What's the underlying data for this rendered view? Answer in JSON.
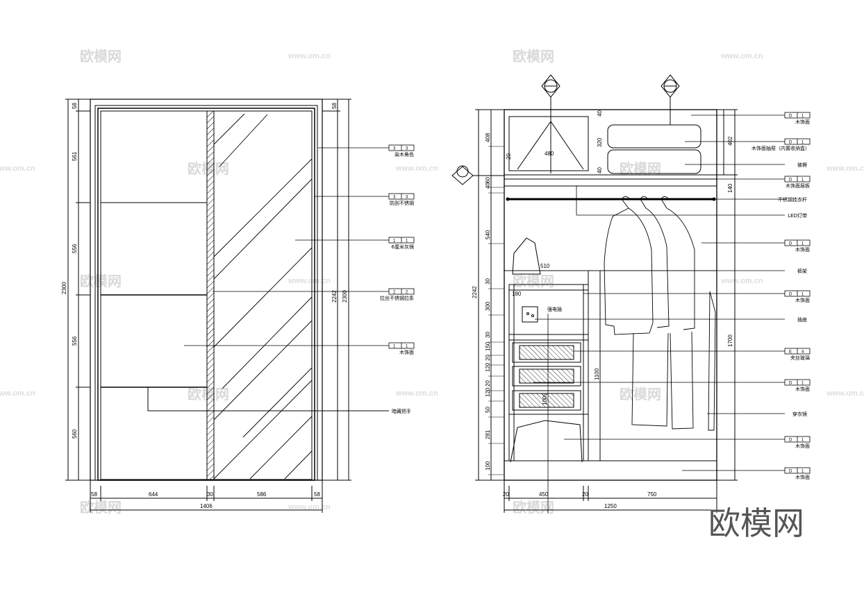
{
  "watermarks": {
    "logo_text": "欧模网",
    "url": "www.om.cn",
    "corner_logo": "欧模网"
  },
  "left_elevation": {
    "total_height": "2300",
    "inner_height": "2242",
    "vertical_dims": [
      "58",
      "561",
      "556",
      "556",
      "560"
    ],
    "right_top_dim": "58",
    "bottom_dims": [
      "58",
      "644",
      "30",
      "586",
      "58"
    ],
    "total_width": "1406",
    "callouts": [
      {
        "tag_left": "3",
        "tag_right": "3",
        "text": "染木角色"
      },
      {
        "tag_left": "3",
        "tag_right": "3",
        "text": "防刮不锈钢"
      },
      {
        "tag_left": "1",
        "tag_right": "1",
        "text": "6厘米灰镜"
      },
      {
        "tag_left": "2",
        "tag_right": "2",
        "text": "拉丝不锈钢拉条"
      },
      {
        "tag_left": "1",
        "tag_right": "1",
        "text": "木饰面"
      },
      {
        "tag_left": "",
        "tag_right": "",
        "text": "暗藏把手"
      }
    ]
  },
  "right_section": {
    "total_height": "2242",
    "right_dim_top": "402",
    "right_dim_mid": "140",
    "right_dim_hang": "1700",
    "left_vertical_dims": [
      "408",
      "60",
      "40",
      "540",
      "30",
      "300",
      "30",
      "150",
      "20",
      "120",
      "20",
      "120",
      "50",
      "281",
      "100"
    ],
    "inner_dims": {
      "box_w": "480",
      "box_h": "20",
      "shelf_h": "320",
      "slot_h": "40",
      "shelf_side": "40",
      "mid_w": "510",
      "small": "180",
      "drawer_h": "1100",
      "drawer_block": "1009"
    },
    "bottom_dims": [
      "20",
      "450",
      "20",
      "750"
    ],
    "total_width": "1250",
    "socket_label": "强电插",
    "callouts": [
      {
        "tag_left": "D",
        "tag_right": "1",
        "text": "木饰面"
      },
      {
        "tag_left": "D",
        "tag_right": "1",
        "text": "木饰面抽屉（内置收纳盒）"
      },
      {
        "tag_left": "",
        "tag_right": "",
        "text": "被褥"
      },
      {
        "tag_left": "D",
        "tag_right": "1",
        "text": "木饰面层板"
      },
      {
        "tag_left": "",
        "tag_right": "",
        "text": "不锈钢挂衣杆"
      },
      {
        "tag_left": "",
        "tag_right": "",
        "text": "LED灯带"
      },
      {
        "tag_left": "D",
        "tag_right": "1",
        "text": "木饰面"
      },
      {
        "tag_left": "",
        "tag_right": "",
        "text": "裤架"
      },
      {
        "tag_left": "D",
        "tag_right": "1",
        "text": "木饰面"
      },
      {
        "tag_left": "",
        "tag_right": "",
        "text": "插座"
      },
      {
        "tag_left": "E",
        "tag_right": "4",
        "text": "夹丝玻璃"
      },
      {
        "tag_left": "D",
        "tag_right": "1",
        "text": "木饰面"
      },
      {
        "tag_left": "",
        "tag_right": "",
        "text": "穿衣镜"
      },
      {
        "tag_left": "D",
        "tag_right": "1",
        "text": "木饰面"
      },
      {
        "tag_left": "D",
        "tag_right": "1",
        "text": "木饰面"
      }
    ]
  }
}
